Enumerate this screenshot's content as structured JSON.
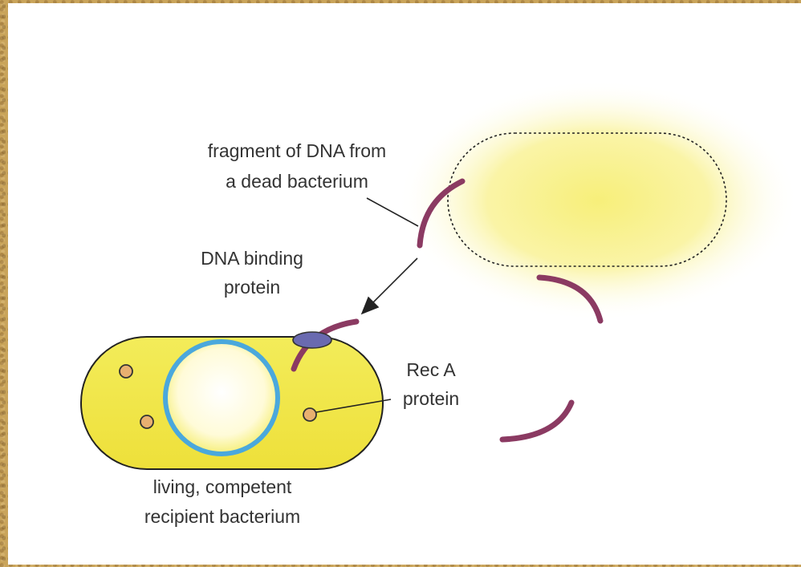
{
  "labels": {
    "fragment_line1": "fragment of DNA from",
    "fragment_line2": "a dead bacterium",
    "binding_line1": "DNA binding",
    "binding_line2": "protein",
    "reca_line1": "Rec A",
    "reca_line2": "protein",
    "recipient_line1": "living, competent",
    "recipient_line2": "recipient bacterium"
  },
  "colors": {
    "dna_fragment": "#8b3a62",
    "recipient_cell_fill": "#f2ea4a",
    "nucleoid_ring": "#4aa8dc",
    "binding_protein": "#6a6ab0",
    "reca_protein": "#e8b070",
    "dead_cell_glow": "#fbf6a8",
    "frame_border": "#c9a45a"
  }
}
